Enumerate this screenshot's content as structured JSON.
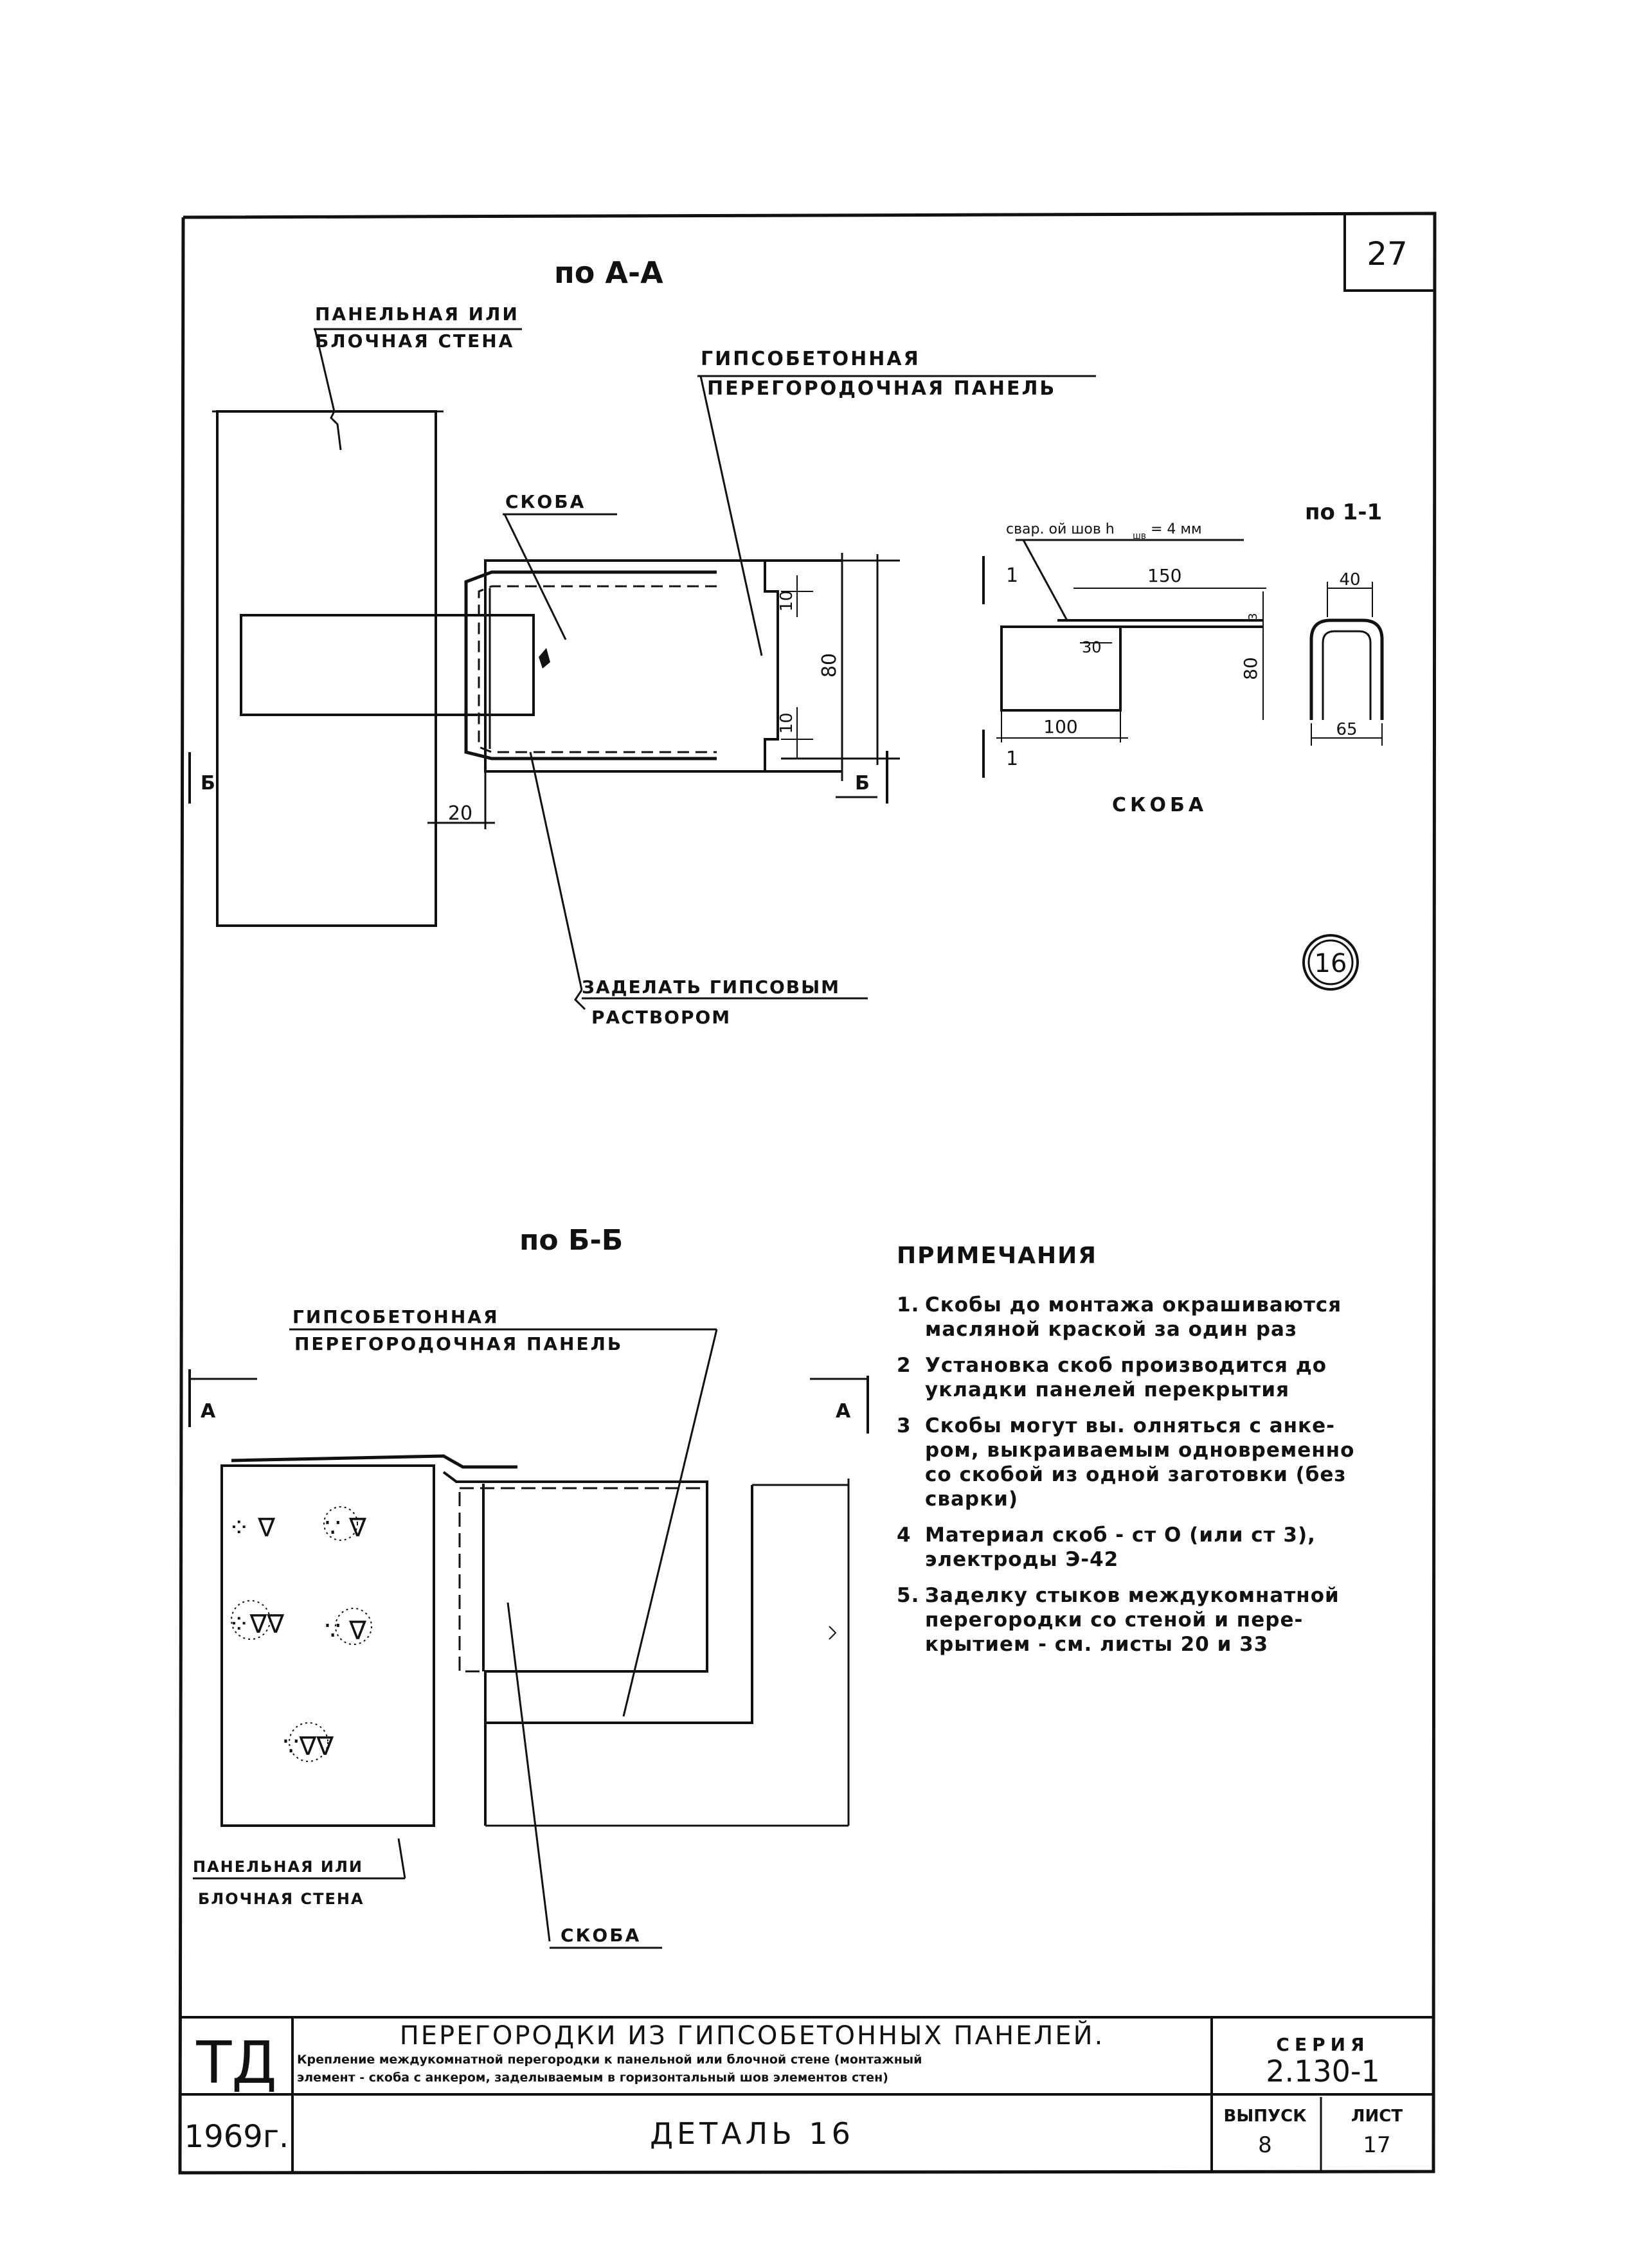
{
  "sheet_number": "27",
  "stamp_number": "16",
  "section_aa": {
    "title": "по А-А",
    "wall_label": [
      "ПАНЕЛЬНАЯ ИЛИ",
      "БЛОЧНАЯ СТЕНА"
    ],
    "panel_label": [
      "ГИПСОБЕТОННАЯ",
      "ПЕРЕГОРОДОЧНАЯ ПАНЕЛЬ"
    ],
    "bracket_label": "СКОБА",
    "fill_label": [
      "ЗАДЕЛАТЬ ГИПСОВЫМ",
      "РАСТВОРОМ"
    ],
    "dim_20": "20",
    "dim_10_top": "10",
    "dim_10_bottom": "10",
    "dim_80": "80",
    "cut_mark_left": "Б",
    "cut_mark_right": "Б"
  },
  "bracket_detail": {
    "weld_label": "свар. ой шов h",
    "weld_sub": "шв",
    "weld_value": "= 4 мм",
    "section_title": "по 1-1",
    "dim_150": "150",
    "dim_3_right": "3",
    "dim_30": "30",
    "dim_80": "80",
    "dim_100": "100",
    "dim_40": "40",
    "dim_65": "65",
    "cut_1_top": "1",
    "cut_1_bottom": "1",
    "caption": "СКОБА"
  },
  "section_bb": {
    "title": "по Б-Б",
    "panel_label": [
      "ГИПСОБЕТОННАЯ",
      "ПЕРЕГОРОДОЧНАЯ ПАНЕЛЬ"
    ],
    "wall_label": [
      "ПАНЕЛЬНАЯ ИЛИ",
      "БЛОЧНАЯ СТЕНА"
    ],
    "bracket_label": "СКОБА",
    "cut_mark_left": "А",
    "cut_mark_right": "А"
  },
  "notes": {
    "title": "ПРИМЕЧАНИЯ",
    "items": [
      {
        "num": "1.",
        "lines": [
          "Скобы до монтажа окрашиваются",
          "масляной краской за один раз"
        ]
      },
      {
        "num": "2",
        "lines": [
          "Установка скоб производится до",
          "укладки панелей перекрытия"
        ]
      },
      {
        "num": "3",
        "lines": [
          "Скобы могут вы. олняться с анке-",
          "ром, выкраиваемым одновременно",
          "со скобой из одной заготовки (без",
          "сварки)"
        ]
      },
      {
        "num": "4",
        "lines": [
          "Материал скоб - ст О (или ст 3),",
          "электроды  Э-42"
        ]
      },
      {
        "num": "5.",
        "lines": [
          "Заделку стыков междукомнатной",
          "перегородки со стеной и пере-",
          "крытием - см. листы  20 и 33"
        ]
      }
    ]
  },
  "title_block": {
    "org": "ТД",
    "year": "1969г.",
    "title": "ПЕРЕГОРОДКИ ИЗ ГИПСОБЕТОННЫХ ПАНЕЛЕЙ.",
    "subtitle_1": "Крепление междукомнатной перегородки к панельной или блочной стене (монтажный",
    "subtitle_2": "элемент - скоба с анкером, заделываемым в горизонтальный шов элементов стен)",
    "detail": "ДЕТАЛЬ 16",
    "series_label": "СЕРИЯ",
    "series_value": "2.130-1",
    "issue_label": "ВЫПУСК",
    "issue_value": "8",
    "sheet_label": "ЛИСТ",
    "sheet_value": "17"
  }
}
